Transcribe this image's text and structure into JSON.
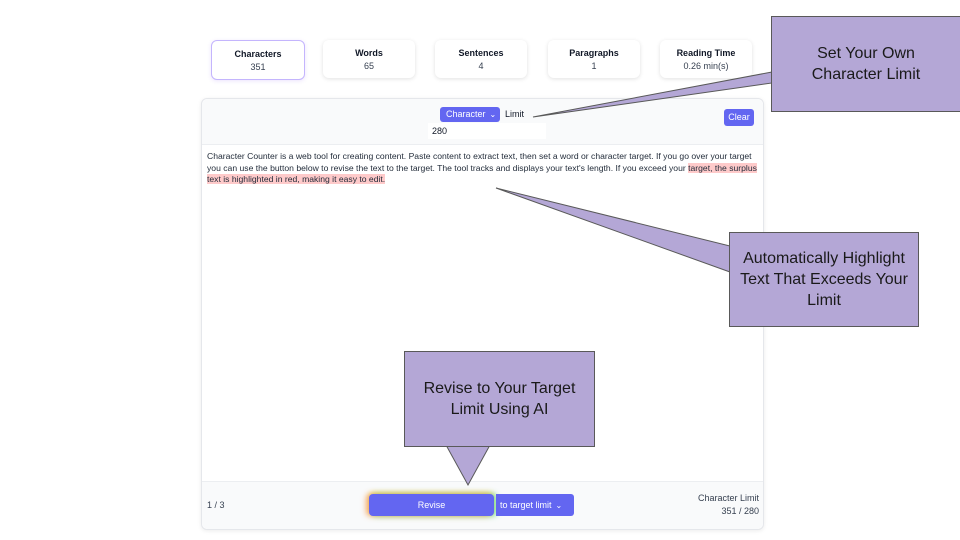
{
  "stats": [
    {
      "label": "Characters",
      "value": "351",
      "active": true
    },
    {
      "label": "Words",
      "value": "65"
    },
    {
      "label": "Sentences",
      "value": "4"
    },
    {
      "label": "Paragraphs",
      "value": "1"
    },
    {
      "label": "Reading Time",
      "value": "0.26 min(s)"
    }
  ],
  "editor": {
    "mode_select": "Character",
    "limit_label": "Limit",
    "limit_value": "280",
    "clear_label": "Clear",
    "text_within": "Character Counter is a web tool for creating content. Paste content to extract text, then set a word or character target. If you go over your target you can use the button below to revise the text to the target. The tool tracks and displays your text's length. If you exceed your ",
    "text_over": "target, the surplus text is highlighted in red, making it easy to edit."
  },
  "footer": {
    "page_indicator": "1 / 3",
    "revise_label": "Revise",
    "target_select": "to target limit",
    "limit_title": "Character Limit",
    "limit_count": "351 / 280"
  },
  "callouts": {
    "set_limit": "Set Your Own Character Limit",
    "highlight": "Automatically Highlight Text That Exceeds Your Limit",
    "revise": "Revise to Your Target Limit Using AI"
  },
  "colors": {
    "accent": "#6366f1",
    "highlight": "#fecaca",
    "callout_fill": "#b4a7d6"
  }
}
